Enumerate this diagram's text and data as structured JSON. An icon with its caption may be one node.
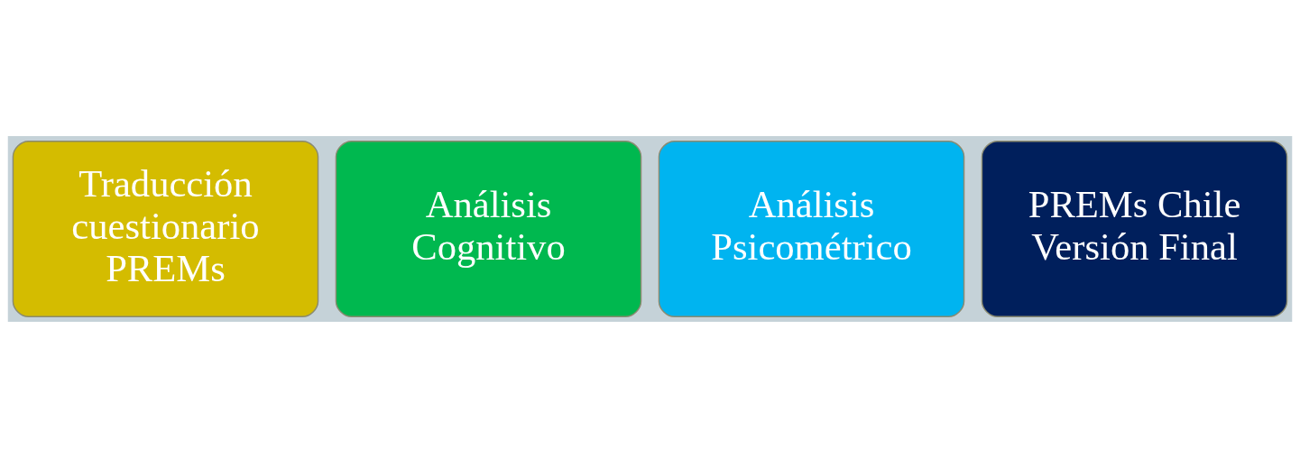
{
  "diagram": {
    "nodes": [
      {
        "text": [
          "Traducción cuestionario PREMs"
        ]
      },
      {
        "text": [
          "Análisis Cognitivo"
        ]
      },
      {
        "text": [
          "Análisis Psicométrico"
        ]
      },
      {
        "text": [
          "PREMs Chile Versión Final"
        ]
      }
    ]
  }
}
